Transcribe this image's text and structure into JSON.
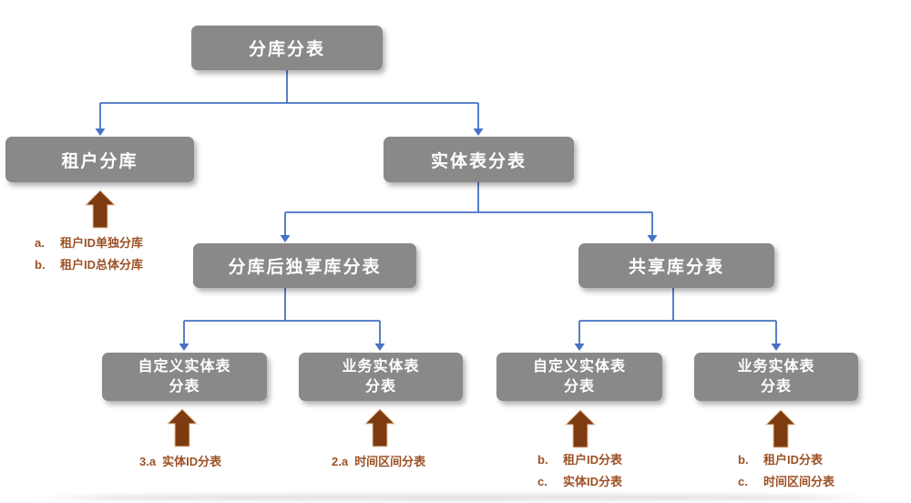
{
  "colors": {
    "node_fill": "#898989",
    "node_text": "#ffffff",
    "connector_blue": "#4472C4",
    "arrow_brown": "#7E3B10",
    "annotation_brown": "#9C5126",
    "background": "#ffffff"
  },
  "nodes": {
    "root": {
      "label": "分库分表"
    },
    "tenant_db": {
      "label": "租户分库"
    },
    "entity_table": {
      "label": "实体表分表"
    },
    "dedicated_db_split": {
      "label": "分库后独享库分表"
    },
    "shared_db_split": {
      "label": "共享库分表"
    },
    "custom_entity_left": {
      "line1": "自定义实体表",
      "line2": "分表"
    },
    "business_entity_left": {
      "line1": "业务实体表",
      "line2": "分表"
    },
    "custom_entity_right": {
      "line1": "自定义实体表",
      "line2": "分表"
    },
    "business_entity_right": {
      "line1": "业务实体表",
      "line2": "分表"
    }
  },
  "annotations": {
    "tenant_db": {
      "items": [
        {
          "marker": "a.",
          "text": "租户ID单独分库"
        },
        {
          "marker": "b.",
          "text": "租户ID总体分库"
        }
      ]
    },
    "custom_entity_left": {
      "items": [
        {
          "marker": "3.a",
          "text": "实体ID分表"
        }
      ]
    },
    "business_entity_left": {
      "items": [
        {
          "marker": "2.a",
          "text": "时间区间分表"
        }
      ]
    },
    "custom_entity_right": {
      "items": [
        {
          "marker": "b.",
          "text": "租户ID分表"
        },
        {
          "marker": "c.",
          "text": "实体ID分表"
        }
      ]
    },
    "business_entity_right": {
      "items": [
        {
          "marker": "b.",
          "text": "租户ID分表"
        },
        {
          "marker": "c.",
          "text": "时间区间分表"
        }
      ]
    }
  }
}
